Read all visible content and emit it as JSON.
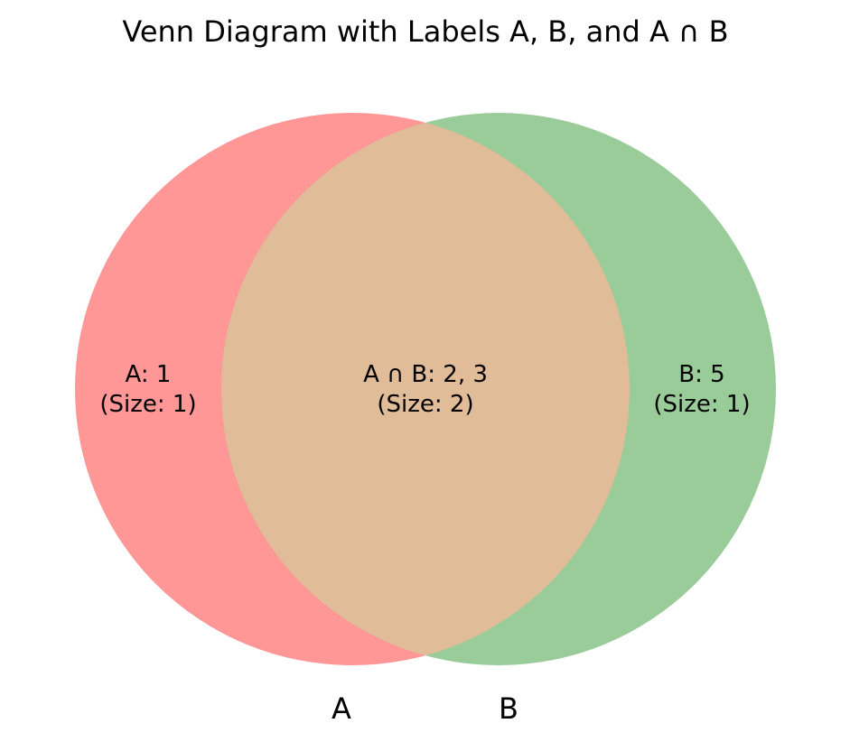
{
  "diagram": {
    "title": "Venn Diagram with Labels A, B, and A ∩ B",
    "sets": [
      {
        "name": "A",
        "color": "#ff9797"
      },
      {
        "name": "B",
        "color": "#9acc99"
      }
    ],
    "overlap_color": "#e0bc98",
    "regions": {
      "a_only": {
        "label": "A: 1",
        "size_label": "(Size: 1)",
        "elements": [
          1
        ],
        "size": 1
      },
      "intersection": {
        "label": "A ∩ B: 2, 3",
        "size_label": "(Size: 2)",
        "elements": [
          2,
          3
        ],
        "size": 2
      },
      "b_only": {
        "label": "B: 5",
        "size_label": "(Size: 1)",
        "elements": [
          5
        ],
        "size": 1
      }
    }
  }
}
